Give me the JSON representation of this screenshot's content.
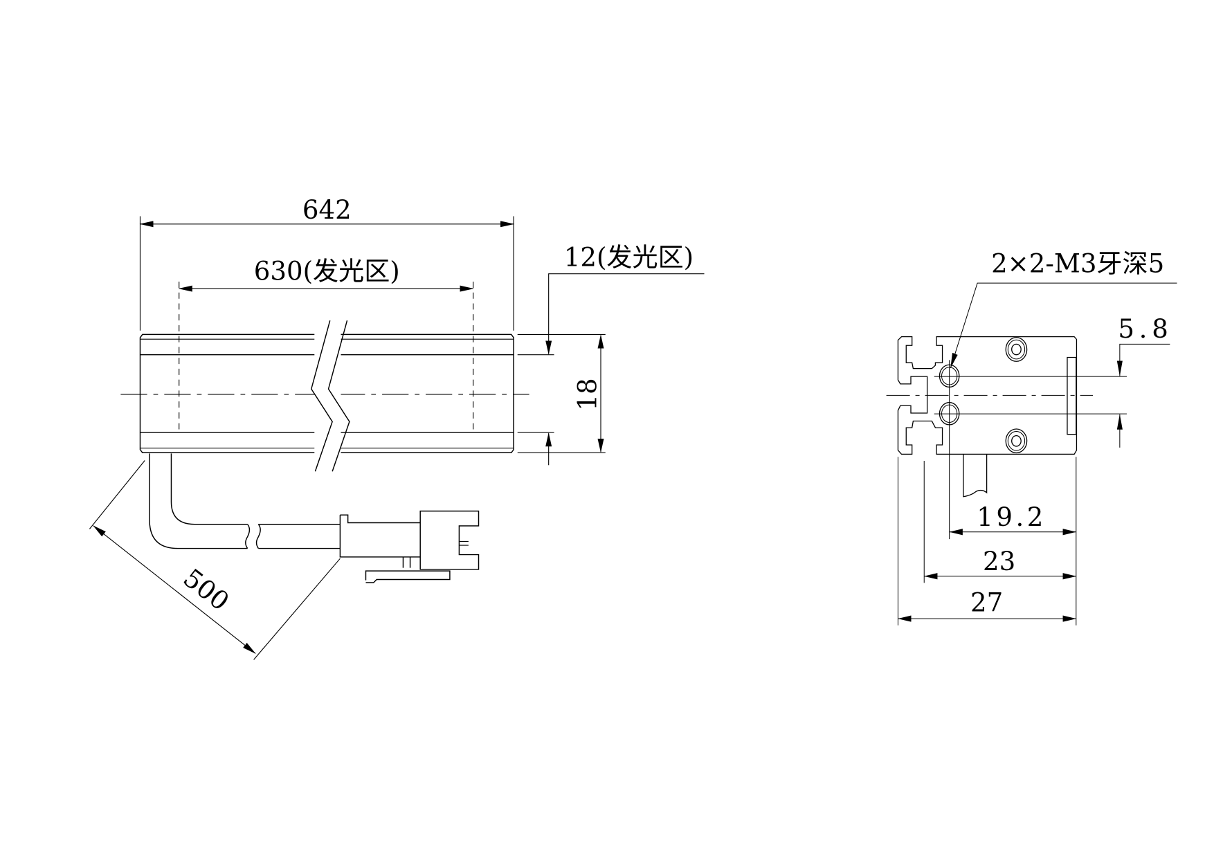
{
  "drawing": {
    "front_view": {
      "overall_length": "642",
      "emitting_length": "630(发光区)",
      "emitting_width": "12(发光区)",
      "height": "18",
      "cable_length": "500"
    },
    "side_view": {
      "thread_note": "2×2-M3牙深5",
      "hole_spacing": "5.8",
      "hole_offset": "19.2",
      "body_depth": "23",
      "overall_depth": "27"
    },
    "colors": {
      "line": "#000000",
      "background": "#ffffff"
    }
  }
}
